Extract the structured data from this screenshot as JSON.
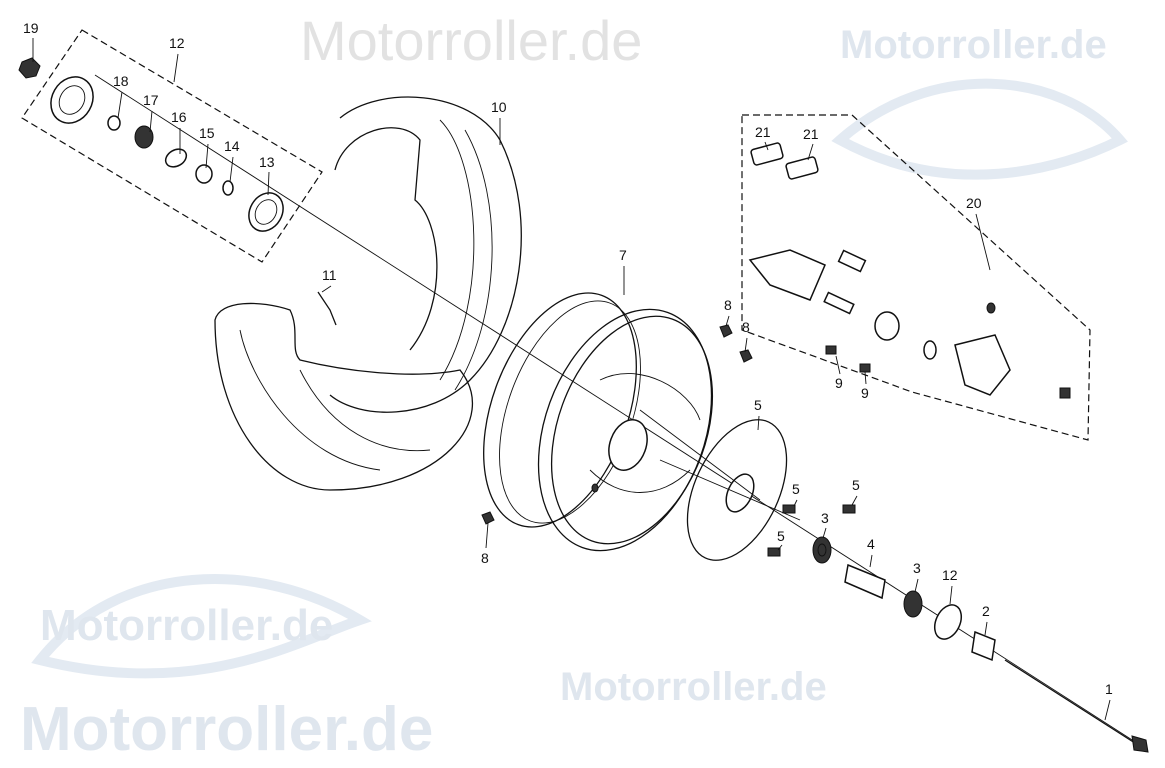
{
  "watermark": "Motorroller.de",
  "watermark_color": "#dfe6ee",
  "labels": [
    "19",
    "12",
    "18",
    "17",
    "16",
    "15",
    "14",
    "13",
    "10",
    "11",
    "7",
    "8",
    "8",
    "8",
    "5",
    "5",
    "5",
    "5",
    "3",
    "4",
    "3",
    "12",
    "2",
    "1",
    "9",
    "9",
    "20",
    "21",
    "21"
  ]
}
